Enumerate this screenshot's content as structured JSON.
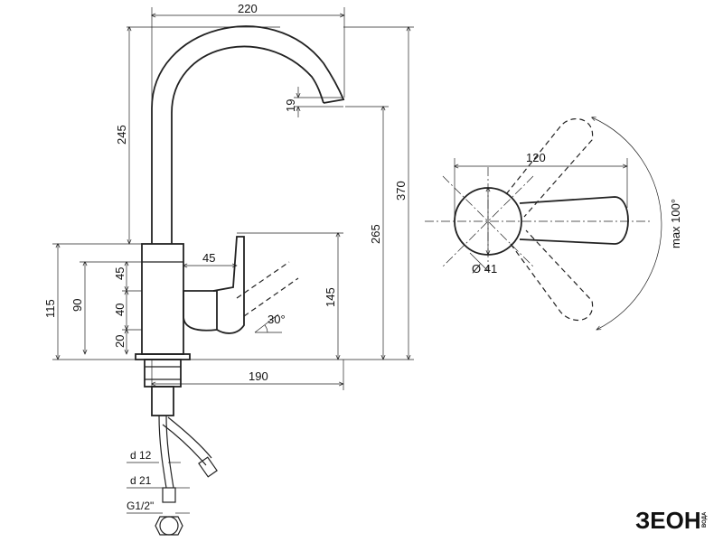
{
  "dimensions": {
    "width_top": "220",
    "height_spout": "245",
    "spout_tip": "19",
    "total_height": "370",
    "spout_height": "265",
    "lever_height": "145",
    "base_115": "115",
    "base_90": "90",
    "body_45": "45",
    "body_40": "40",
    "body_20": "20",
    "handle_45": "45",
    "reach": "190",
    "angle": "30°",
    "plan_width": "120",
    "plan_diameter": "Ø 41",
    "rotation": "max 100°"
  },
  "connections": {
    "d12": "d 12",
    "d21": "d 21",
    "thread": "G1/2\""
  },
  "brand": {
    "logo": "ЗЕОН",
    "logo_sub": "ВОДА"
  }
}
